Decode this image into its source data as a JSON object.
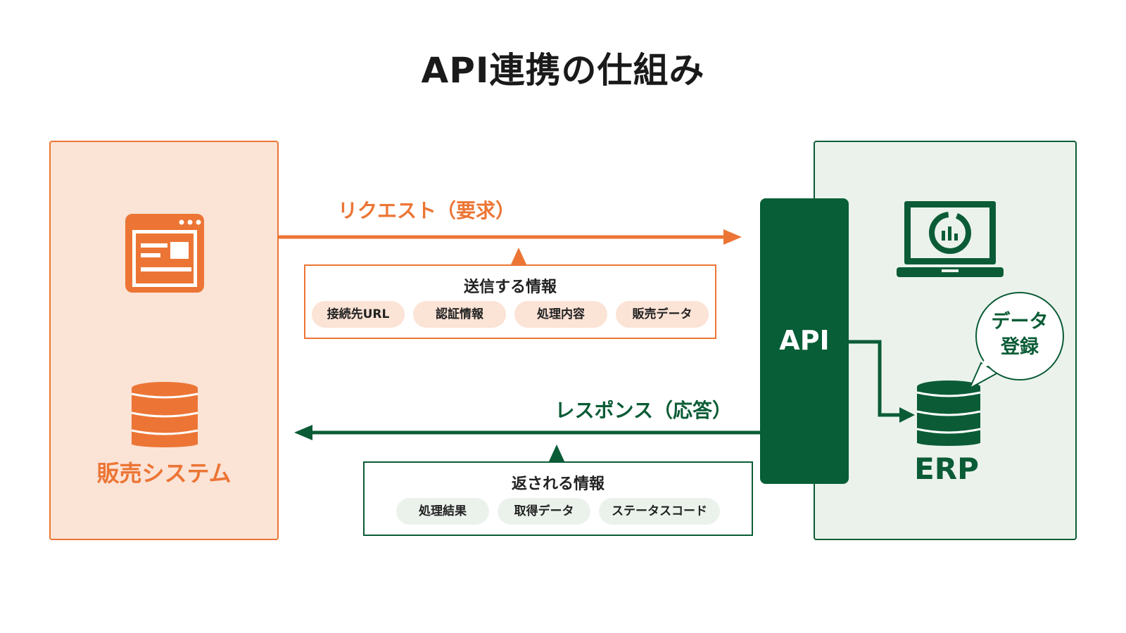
{
  "title": "API連携の仕組み",
  "left_system": {
    "label": "販売システム",
    "icons": [
      "browser-window-icon",
      "database-icon"
    ]
  },
  "request": {
    "label": "リクエスト（要求）",
    "info_title": "送信する情報",
    "items": [
      "接続先URL",
      "認証情報",
      "処理内容",
      "販売データ"
    ]
  },
  "response": {
    "label": "レスポンス（応答）",
    "info_title": "返される情報",
    "items": [
      "処理結果",
      "取得データ",
      "ステータスコード"
    ]
  },
  "api": {
    "label": "API"
  },
  "erp": {
    "label": "ERP",
    "icons": [
      "laptop-chart-icon",
      "database-icon"
    ]
  },
  "bubble": {
    "line1": "データ",
    "line2": "登録"
  },
  "colors": {
    "orange": "#ec7535",
    "green": "#0b5c36",
    "orange_light": "#fbe3d6",
    "green_light": "#ebf2ec"
  }
}
